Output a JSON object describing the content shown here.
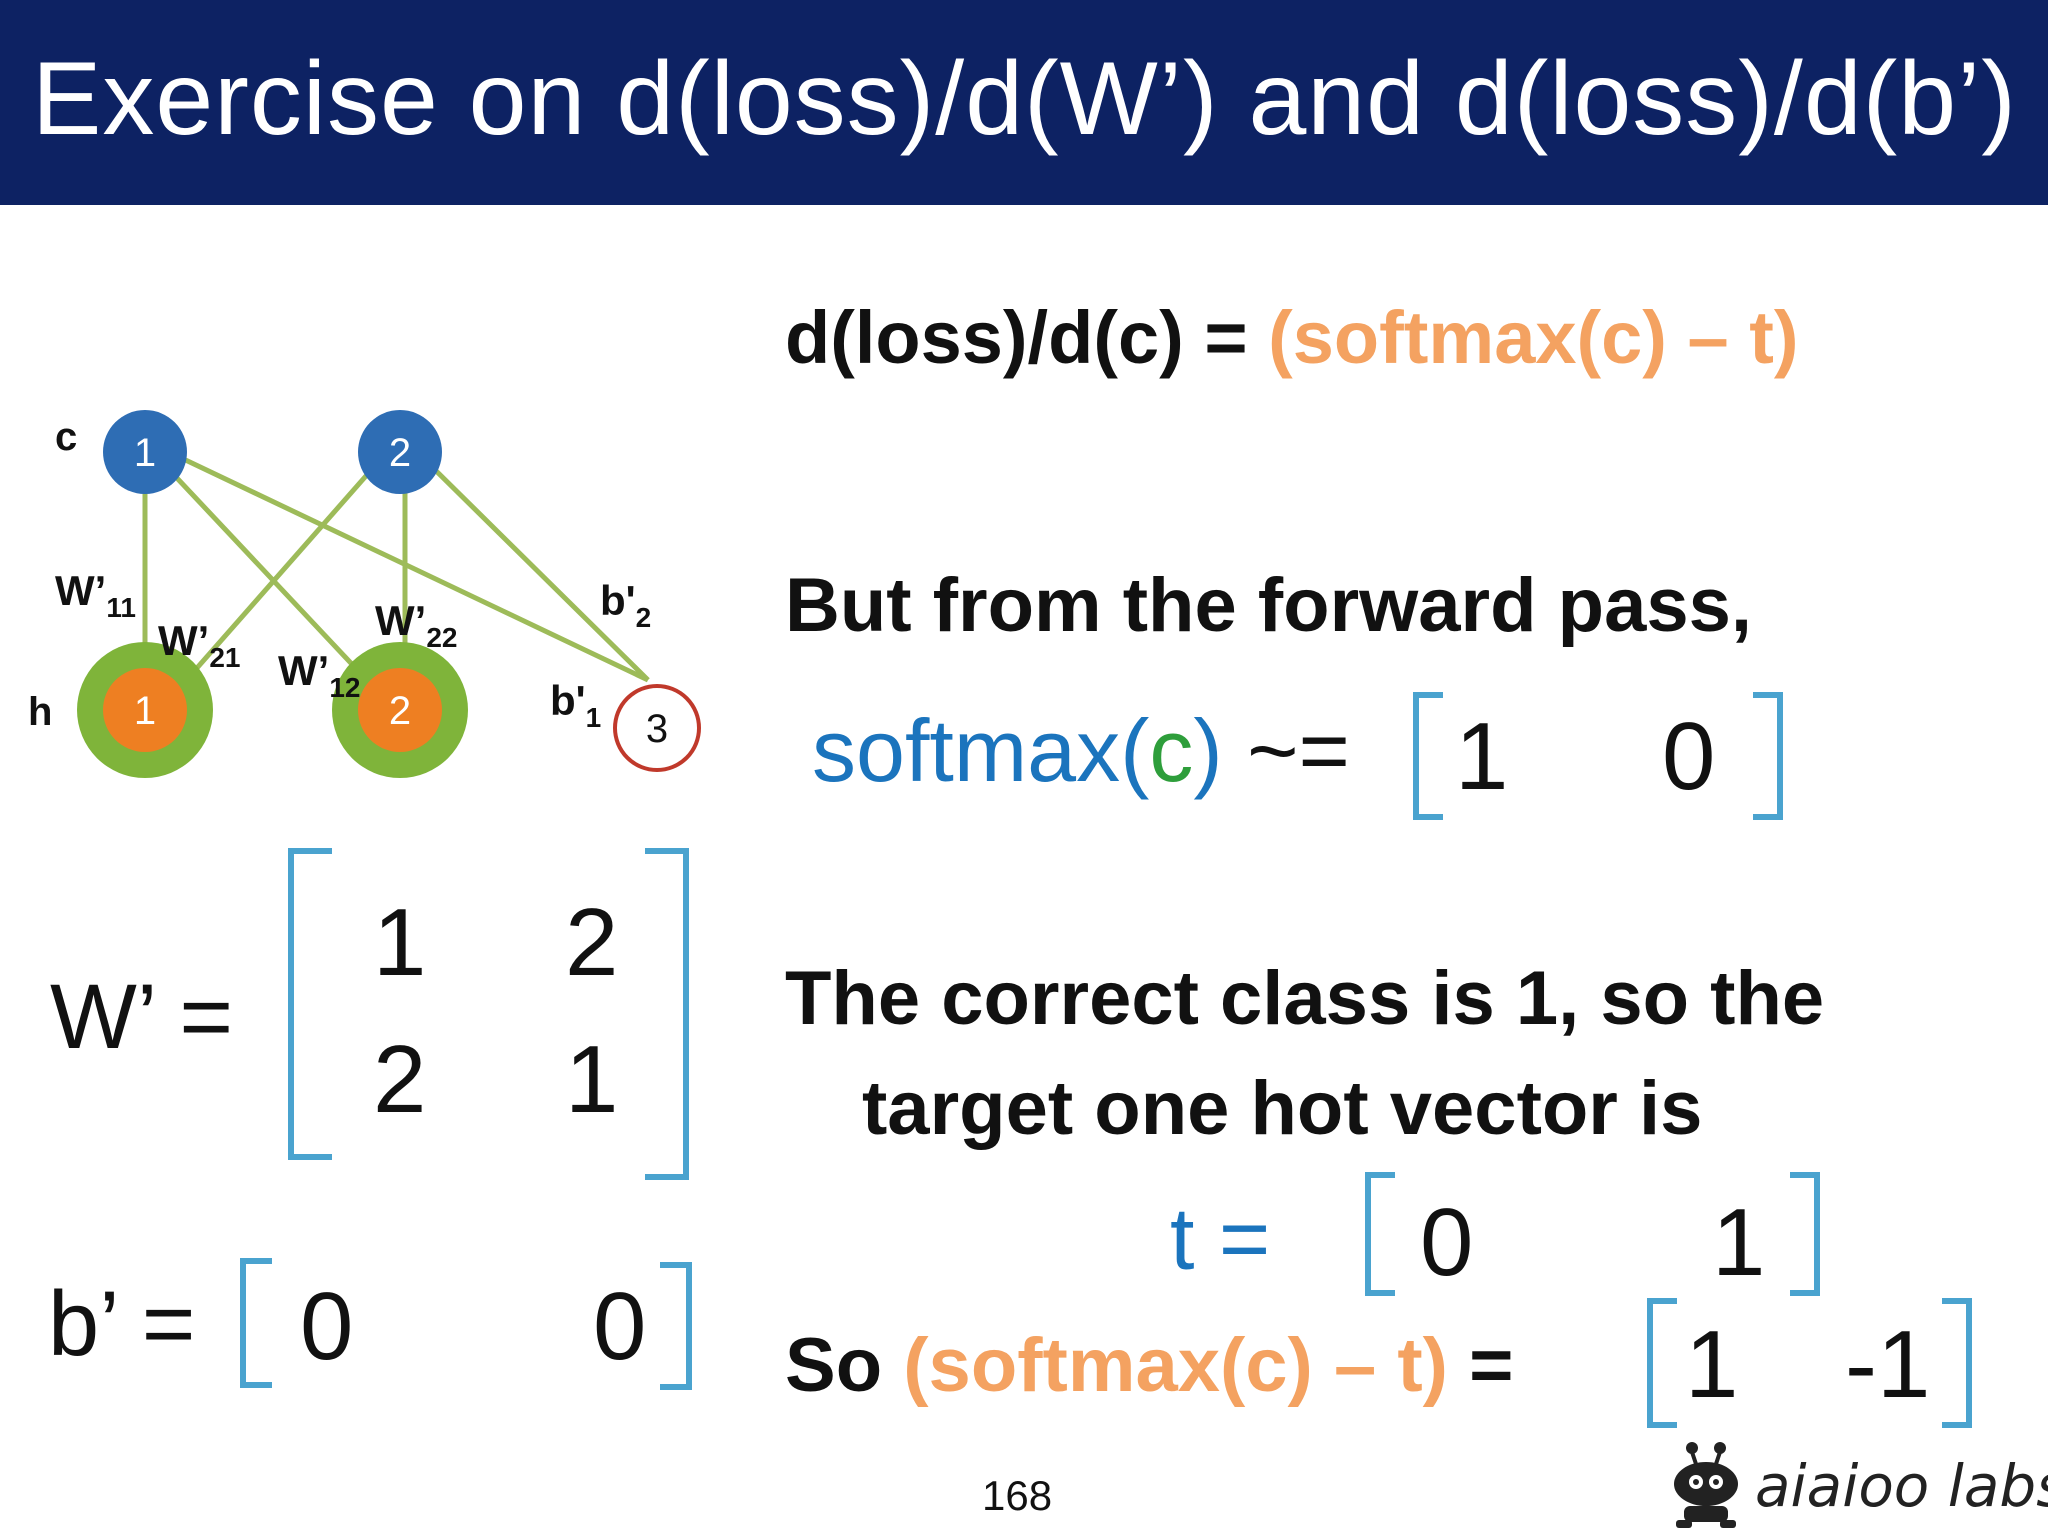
{
  "slide": {
    "title": "Exercise on d(loss)/d(W’) and d(loss)/d(b’)",
    "page_number": "168",
    "logo_text": "aiaioo labs"
  },
  "diagram": {
    "c_label": "c",
    "h_label": "h",
    "c_nodes": [
      "1",
      "2"
    ],
    "h_nodes": [
      "1",
      "2"
    ],
    "bias_node": "3",
    "weight_labels": {
      "w11": {
        "main": "W’",
        "sub": "11"
      },
      "w21": {
        "main": "W’",
        "sub": "21"
      },
      "w12": {
        "main": "W’",
        "sub": "12"
      },
      "w22": {
        "main": "W’",
        "sub": "22"
      },
      "b2": {
        "main": "b'",
        "sub": "2"
      },
      "b1": {
        "main": "b'",
        "sub": "1"
      }
    }
  },
  "matrices": {
    "W_label": "W’ =",
    "W": [
      [
        "1",
        "2"
      ],
      [
        "2",
        "1"
      ]
    ],
    "b_label": "b’ =",
    "b": [
      "0",
      "0"
    ]
  },
  "equations": {
    "grad_lhs": "d(loss)/d(c) =",
    "grad_rhs": "(softmax(c) – t)",
    "forward_text": "But from the forward pass,",
    "softmax_prefix": "softmax(",
    "softmax_c": "c",
    "softmax_suffix": ")",
    "approx": "~=",
    "softmax_vals": [
      "1",
      "0"
    ],
    "correct_line1": "The correct class is 1, so the",
    "correct_line2": "target one hot vector is",
    "t_label": "t =",
    "t_vals": [
      "0",
      "1"
    ],
    "so_label": "So",
    "so_expr": "(softmax(c) – t)",
    "so_eq": "=",
    "result_vals": [
      "1",
      "-1"
    ]
  },
  "colors": {
    "header_bg": "#0d2263",
    "orange_text": "#f4a261",
    "blue_text": "#1b74bd",
    "bracket": "#4aa3cf",
    "edge": "#9dbb59",
    "c_node": "#2e6db4",
    "h_node": "#ee7f22",
    "h_ring": "#7fb43a",
    "bias_ring": "#c0392b"
  }
}
